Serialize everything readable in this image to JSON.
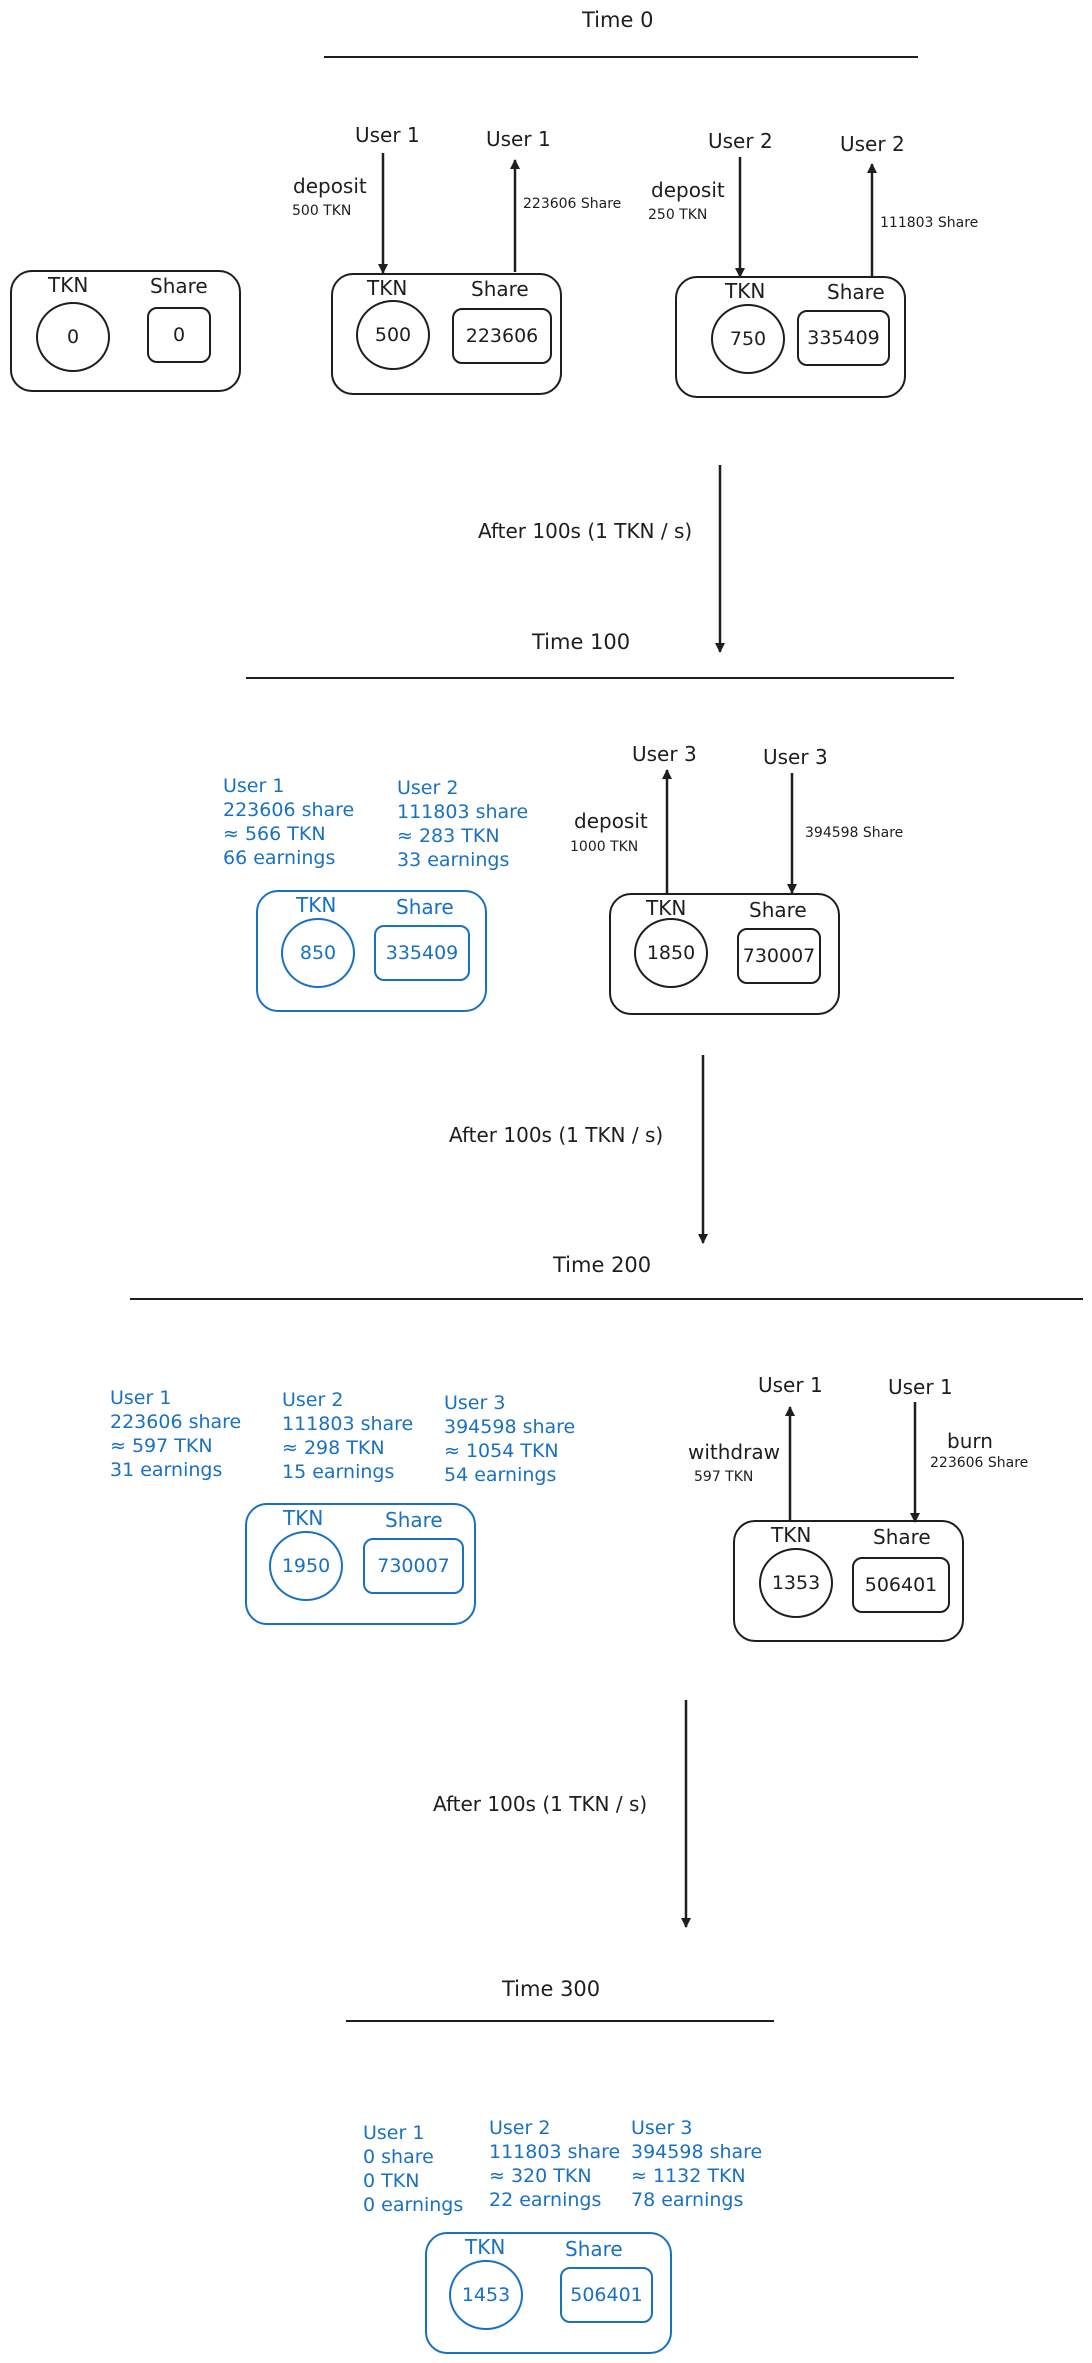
{
  "colors": {
    "ink": "#1e1e1e",
    "accent": "#1971c2"
  },
  "time0": {
    "title": "Time 0",
    "pool0": {
      "tkn_label": "TKN",
      "share_label": "Share",
      "tkn": "0",
      "share": "0"
    },
    "user1_in": "User 1",
    "user1_out": "User 1",
    "deposit1": "deposit",
    "deposit1_amt": "500 TKN",
    "out1": "223606 Share",
    "pool1": {
      "tkn_label": "TKN",
      "share_label": "Share",
      "tkn": "500",
      "share": "223606"
    },
    "user2_in": "User 2",
    "user2_out": "User 2",
    "deposit2": "deposit",
    "deposit2_amt": "250 TKN",
    "out2": "111803 Share",
    "pool2": {
      "tkn_label": "TKN",
      "share_label": "Share",
      "tkn": "750",
      "share": "335409"
    }
  },
  "after1": "After 100s (1 TKN / s)",
  "time100": {
    "title": "Time 100",
    "user1": [
      "User 1",
      "223606 share",
      "≈ 566 TKN",
      "66 earnings"
    ],
    "user2": [
      "User 2",
      "111803 share",
      "≈ 283 TKN",
      "33 earnings"
    ],
    "poolA": {
      "tkn_label": "TKN",
      "share_label": "Share",
      "tkn": "850",
      "share": "335409"
    },
    "user3_out": "User 3",
    "user3_in": "User 3",
    "deposit": "deposit",
    "deposit_amt": "1000 TKN",
    "in_share": "394598 Share",
    "poolB": {
      "tkn_label": "TKN",
      "share_label": "Share",
      "tkn": "1850",
      "share": "730007"
    }
  },
  "after2": "After 100s (1 TKN / s)",
  "time200": {
    "title": "Time 200",
    "user1": [
      "User 1",
      "223606 share",
      "≈ 597 TKN",
      "31 earnings"
    ],
    "user2": [
      "User 2",
      "111803 share",
      "≈ 298 TKN",
      "15 earnings"
    ],
    "user3": [
      "User 3",
      "394598 share",
      "≈ 1054 TKN",
      "54 earnings"
    ],
    "poolA": {
      "tkn_label": "TKN",
      "share_label": "Share",
      "tkn": "1950",
      "share": "730007"
    },
    "user1_out": "User 1",
    "user1_in": "User 1",
    "withdraw": "withdraw",
    "withdraw_amt": "597 TKN",
    "burn": "burn",
    "burn_amt": "223606 Share",
    "poolB": {
      "tkn_label": "TKN",
      "share_label": "Share",
      "tkn": "1353",
      "share": "506401"
    }
  },
  "after3": "After 100s (1 TKN / s)",
  "time300": {
    "title": "Time 300",
    "user1": [
      "User 1",
      "0 share",
      "0 TKN",
      "0 earnings"
    ],
    "user2": [
      "User 2",
      "111803 share",
      "≈ 320 TKN",
      "22 earnings"
    ],
    "user3": [
      "User 3",
      "394598 share",
      "≈ 1132 TKN",
      "78 earnings"
    ],
    "pool": {
      "tkn_label": "TKN",
      "share_label": "Share",
      "tkn": "1453",
      "share": "506401"
    }
  }
}
